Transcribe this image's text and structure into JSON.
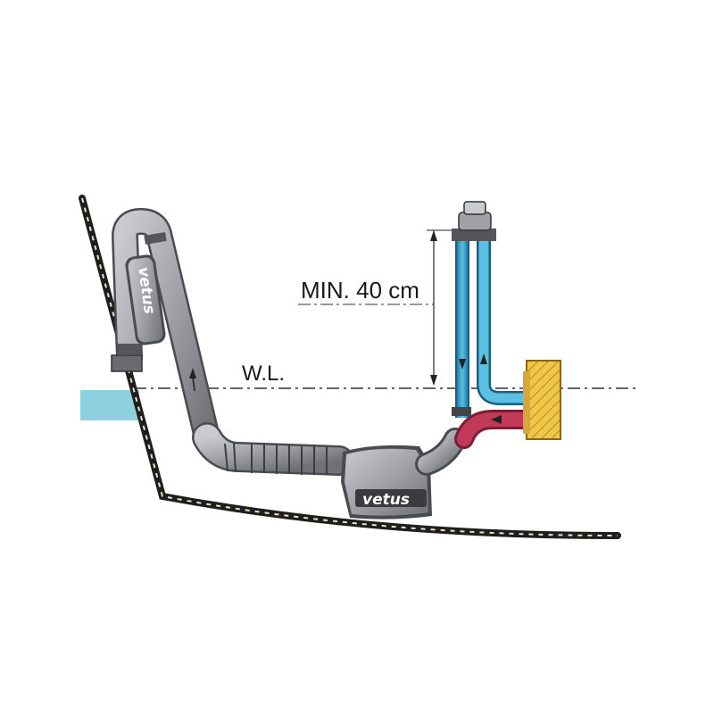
{
  "labels": {
    "min_height": "MIN. 40 cm",
    "waterline": "W.L."
  },
  "logos": {
    "muffler_brand": "vetus",
    "lift_box_brand": "vetus"
  },
  "colors": {
    "water": "#8ecfe0",
    "cooling_pipe": "#3aa3c8",
    "hot_pipe": "#c23a5a",
    "exhaust_hose": "#a9abb0",
    "engine_block": "#f0c64a",
    "hull": "#1e1e1e"
  },
  "icons": {
    "flow_direction": "arrow-icon",
    "engine": "engine-block-icon"
  }
}
